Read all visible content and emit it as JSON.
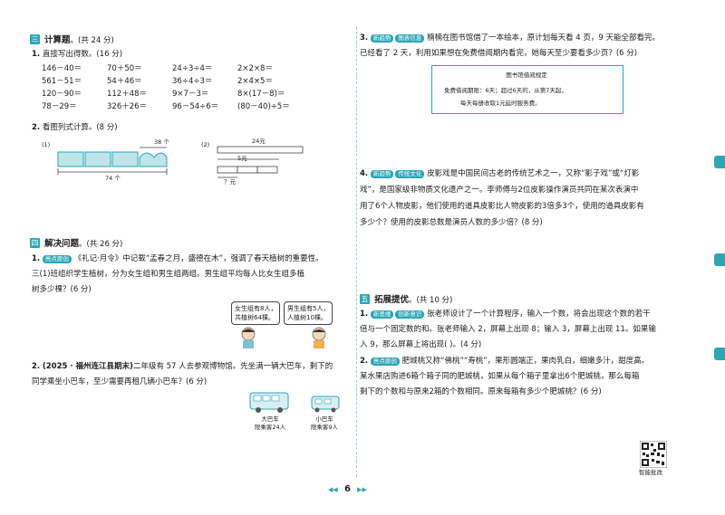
{
  "left": {
    "s1": {
      "icon": "三",
      "title": "计算题",
      "score": "。(共 24 分)",
      "q1": {
        "num": "1.",
        "text": "直接写出得数。(16 分)",
        "rows": [
          [
            "146－40＝",
            "70＋50＝",
            "24÷3÷4＝",
            "2×2×8＝"
          ],
          [
            "561－51＝",
            "54＋46＝",
            "36÷4÷3＝",
            "2×4×5＝"
          ],
          [
            "120－90＝",
            "112＋48＝",
            "9×7－3＝",
            "8×(17－8)＝"
          ],
          [
            "78－29＝",
            "326＋26＝",
            "96－54÷6＝",
            "(80－40)÷5＝"
          ]
        ]
      },
      "q2": {
        "num": "2.",
        "text": "看图列式计算。(8 分)",
        "p1": "(1)",
        "p2": "(2)",
        "fig1_top": "38 个",
        "fig1_bottom": "74 个",
        "fig2_top": "24元",
        "fig2_mid": "5元",
        "fig2_bottom": "？元"
      }
    },
    "s2": {
      "icon": "四",
      "title": "解决问题",
      "score": "。(共 26 分)",
      "q1": {
        "num": "1.",
        "tag": "亮点原创",
        "lines": [
          "《礼记·月令》中记载“孟春之月，盛德在木”，强调了春天植树的重要性。",
          "三(1)班组织学生植树，分为女生组和男生组两组。男生组平均每人比女生组多植",
          "树多少棵？(6 分)"
        ],
        "bubble1": [
          "女生组有8人，",
          "共植树64棵。"
        ],
        "bubble2": [
          "男生组有5人，",
          "人植树10棵。"
        ]
      },
      "q2": {
        "num": "2.",
        "source": "(2025 · 福州连江县期末)",
        "lines": [
          "二年级有 57 人去参观博物馆。先坐满一辆大巴车，剩下的",
          "同学乘坐小巴车，至少需要再租几辆小巴车？(6 分)"
        ],
        "bus1": [
          "大巴车",
          "限乘客24人"
        ],
        "bus2": [
          "小巴车",
          "限乘客9人"
        ]
      }
    }
  },
  "right": {
    "q3": {
      "num": "3.",
      "tag1": "新趋势",
      "tag2": "图表信息",
      "lines": [
        "楠楠在图书馆借了一本绘本，原计划每天看 4 页，9 天能全部看完。",
        "已经看了 2 天，利用如果想在免费借阅期内看完，她每天至少要看多少页？(6 分)"
      ],
      "rule_title": "图书馆借阅规定",
      "rule_lines": [
        "免费借阅期限：6天；超过6天的，从第7天起，",
        "每天每册收取1元延时服务费。"
      ]
    },
    "q4": {
      "num": "4.",
      "tag1": "新趋势",
      "tag2": "传统文化",
      "lines": [
        "皮影戏是中国民间古老的传统艺术之一，又称“影子戏”或“灯影",
        "戏”，是国家级非物质文化遗产之一。李师傅与2位皮影操作演员共同在某次表演中",
        "用了6个人物皮影，他们使用的道具皮影比人物皮影的3倍多3个，使用的道具皮影有",
        "多少个？使用的皮影总数是演员人数的多少倍？(8 分)"
      ]
    },
    "s3": {
      "icon": "五",
      "title": "拓展提优",
      "score": "。(共 10 分)",
      "q1": {
        "num": "1.",
        "tag1": "新思维",
        "tag2": "创新意识",
        "lines": [
          "张老师设计了一个计算程序，输入一个数，将会出现这个数的若干",
          "倍与一个固定数的和。张老师输入 2，屏幕上出现 8；输入 3，屏幕上出现 11。如果输",
          "入 9，那么屏幕上将出现(      )。(4 分)"
        ]
      },
      "q2": {
        "num": "2.",
        "tag": "亮点原创",
        "lines": [
          "肥城桃又称“佛桃”“寿桃”，果形圆端正，果肉乳白，细嫩多汁，甜度高。",
          "某水果店购进6箱个箱子同的肥城桃，如果从每个箱子里拿出6个肥城桃，那么每箱",
          "剩下的个数和与原来2箱的个数相同。原来每箱有多少个肥城桃？(6 分)"
        ]
      },
      "qr_label": "智能批改"
    }
  },
  "footer": {
    "page": "6",
    "prev": "◀◀",
    "next": "▶▶"
  }
}
